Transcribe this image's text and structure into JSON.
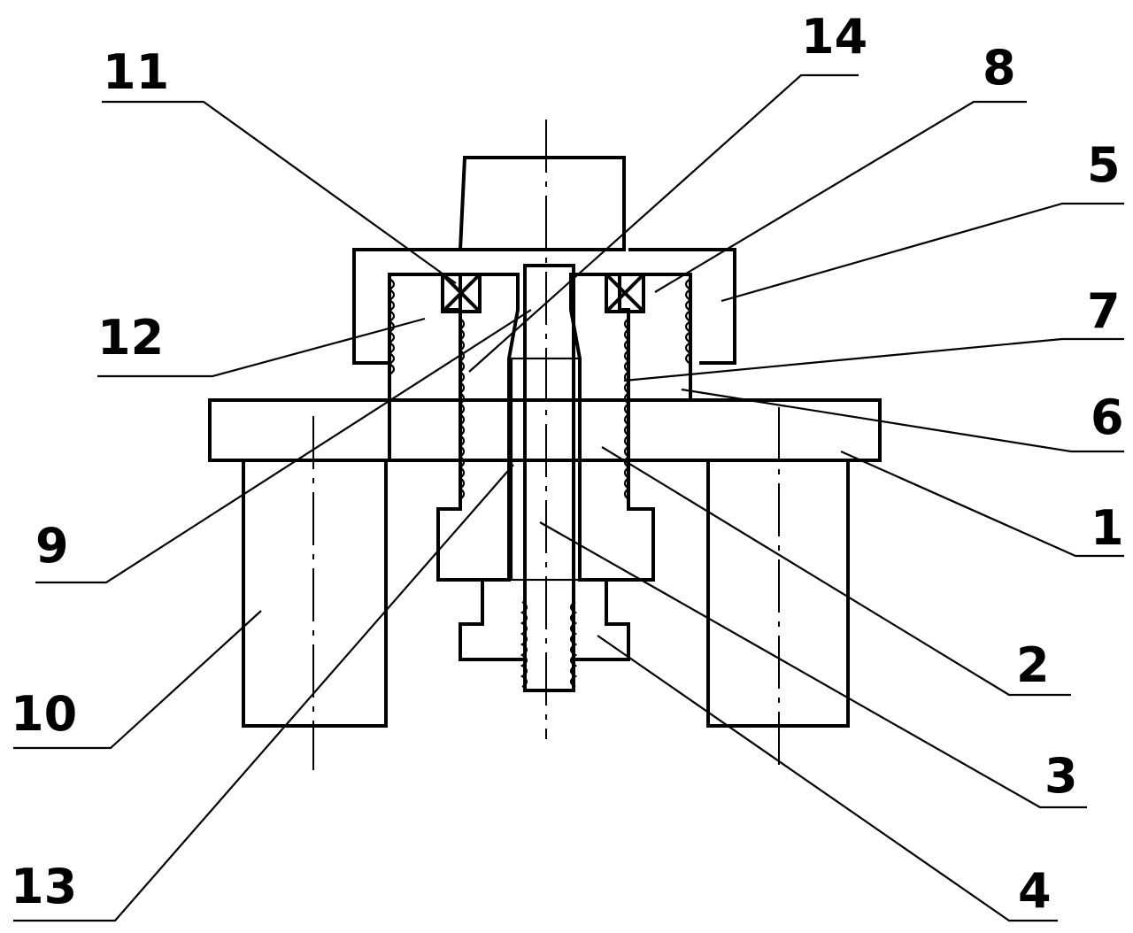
{
  "colors": {
    "line": "#000000",
    "background": "#ffffff"
  },
  "labels": [
    {
      "id": "1",
      "text": "1"
    },
    {
      "id": "2",
      "text": "2"
    },
    {
      "id": "3",
      "text": "3"
    },
    {
      "id": "4",
      "text": "4"
    },
    {
      "id": "5",
      "text": "5"
    },
    {
      "id": "6",
      "text": "6"
    },
    {
      "id": "7",
      "text": "7"
    },
    {
      "id": "8",
      "text": "8"
    },
    {
      "id": "9",
      "text": "9"
    },
    {
      "id": "10",
      "text": "10"
    },
    {
      "id": "11",
      "text": "11"
    },
    {
      "id": "12",
      "text": "12"
    },
    {
      "id": "13",
      "text": "13"
    },
    {
      "id": "14",
      "text": "14"
    }
  ]
}
